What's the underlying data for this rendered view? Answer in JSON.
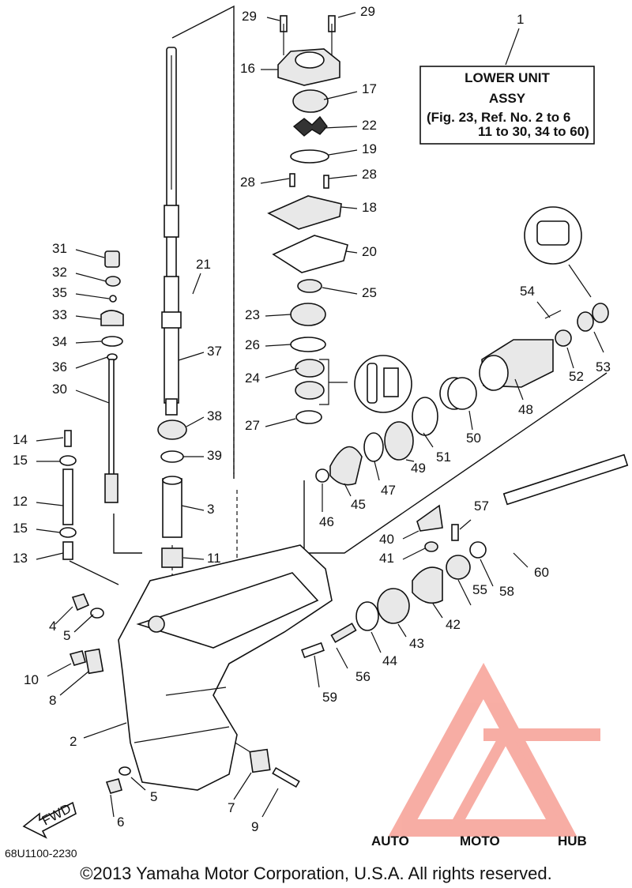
{
  "diagram_title": {
    "ref": "1",
    "line1": "LOWER UNIT",
    "line2": "ASSY",
    "line3": "(Fig. 23, Ref. No. 2 to 6",
    "line4": "11 to 30, 34 to 60)"
  },
  "part_callouts": [
    "29",
    "29",
    "16",
    "17",
    "22",
    "19",
    "28",
    "28",
    "18",
    "20",
    "25",
    "23",
    "26",
    "24",
    "27",
    "21",
    "37",
    "38",
    "39",
    "3",
    "11",
    "31",
    "32",
    "35",
    "33",
    "34",
    "36",
    "30",
    "14",
    "15",
    "12",
    "15",
    "13",
    "4",
    "5",
    "10",
    "8",
    "2",
    "5",
    "6",
    "7",
    "9",
    "54",
    "52",
    "53",
    "48",
    "51",
    "50",
    "49",
    "47",
    "45",
    "46",
    "57",
    "40",
    "41",
    "60",
    "58",
    "55",
    "42",
    "43",
    "44",
    "56",
    "59"
  ],
  "fwd_label": "FWD",
  "drawing_code": "68U1100-2230",
  "copyright": "©2013 Yamaha Motor Corporation, U.S.A. All rights reserved.",
  "watermark": {
    "auto": "AUTO",
    "moto": "MOTO",
    "hub": "HUB",
    "colors": {
      "auto": "#f5c04a",
      "moto": "#f26b5b",
      "hub": "#8a8a8a",
      "logo": "#f26b5b"
    }
  }
}
